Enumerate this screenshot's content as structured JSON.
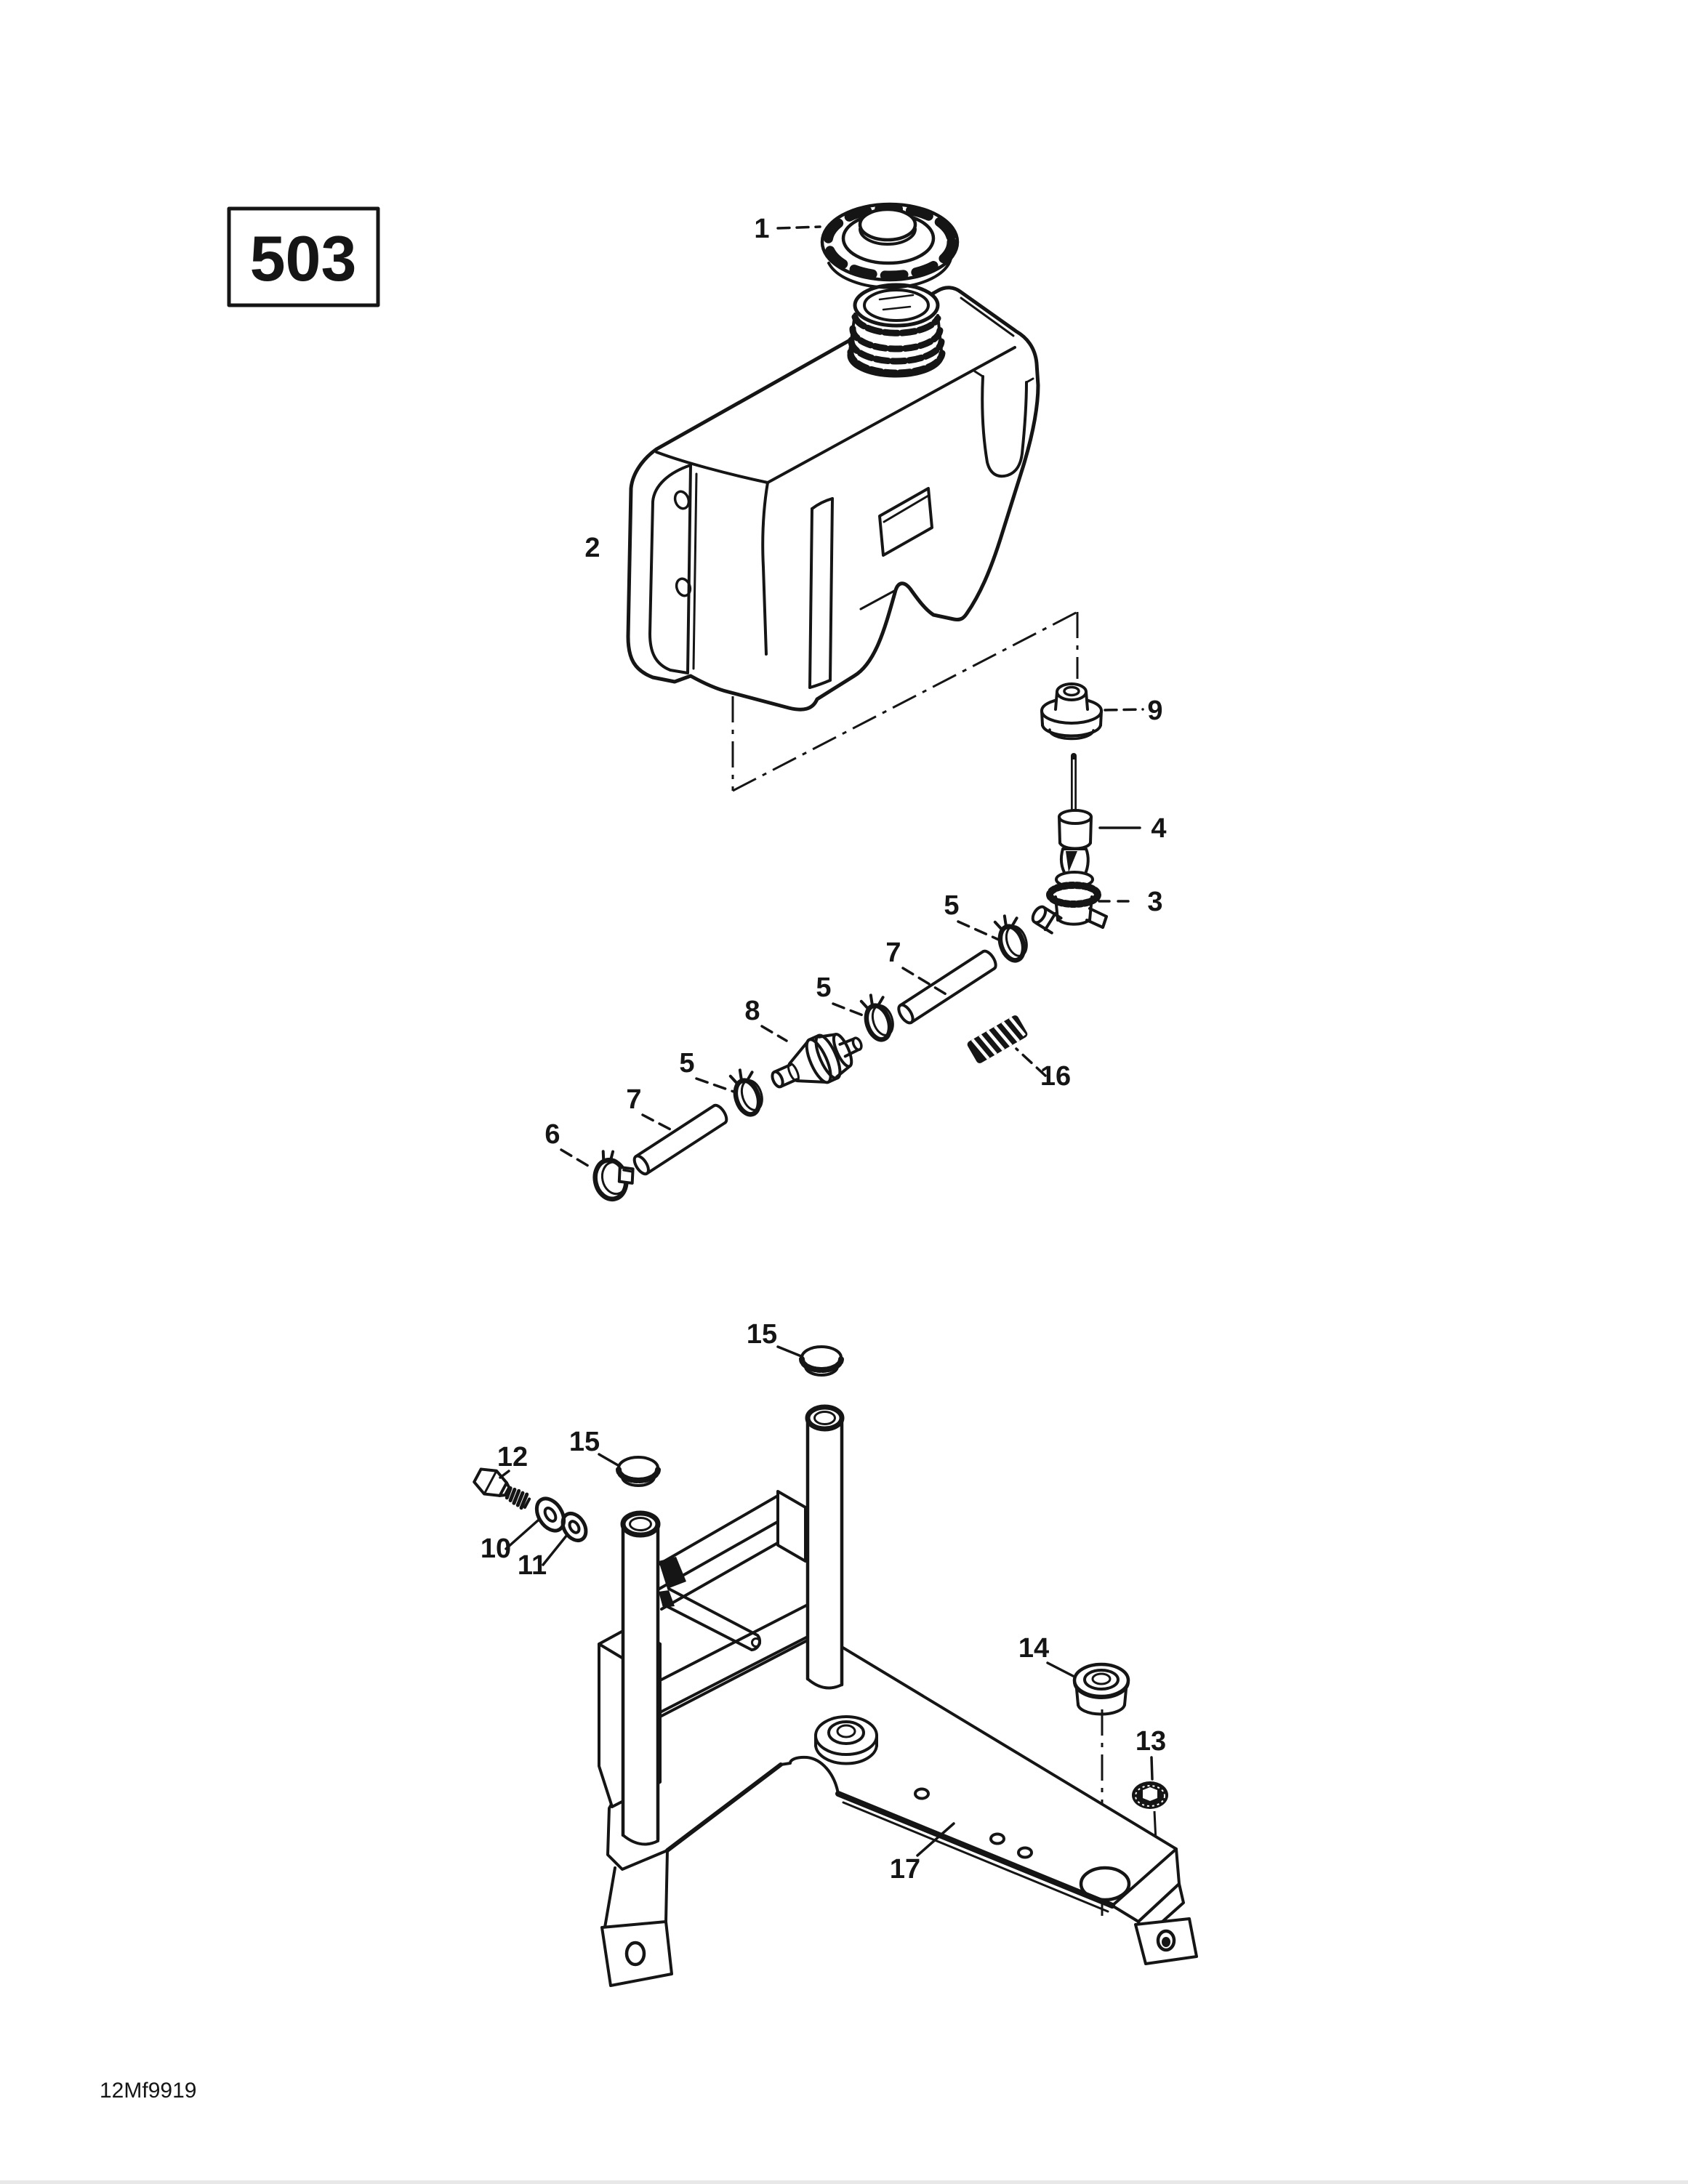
{
  "page": {
    "background_color": "#ffffff",
    "ink_color": "#151515",
    "model_box": {
      "label": "503"
    },
    "footer_code": "12Mf9919"
  },
  "diagram": {
    "type": "exploded-parts-diagram",
    "subject": "oil tank assembly with filler cap, outlet valve, hoses, clamps, filter, spring and mounting bracket",
    "callouts": {
      "c1": {
        "label": "1"
      },
      "c2": {
        "label": "2"
      },
      "c3": {
        "label": "3"
      },
      "c4": {
        "label": "4"
      },
      "c5a": {
        "label": "5"
      },
      "c5b": {
        "label": "5"
      },
      "c5c": {
        "label": "5"
      },
      "c6": {
        "label": "6"
      },
      "c7a": {
        "label": "7"
      },
      "c7b": {
        "label": "7"
      },
      "c8": {
        "label": "8"
      },
      "c9": {
        "label": "9"
      },
      "c10": {
        "label": "10"
      },
      "c11": {
        "label": "11"
      },
      "c12": {
        "label": "12"
      },
      "c13": {
        "label": "13"
      },
      "c14": {
        "label": "14"
      },
      "c15a": {
        "label": "15"
      },
      "c15b": {
        "label": "15"
      },
      "c16": {
        "label": "16"
      },
      "c17": {
        "label": "17"
      }
    }
  }
}
